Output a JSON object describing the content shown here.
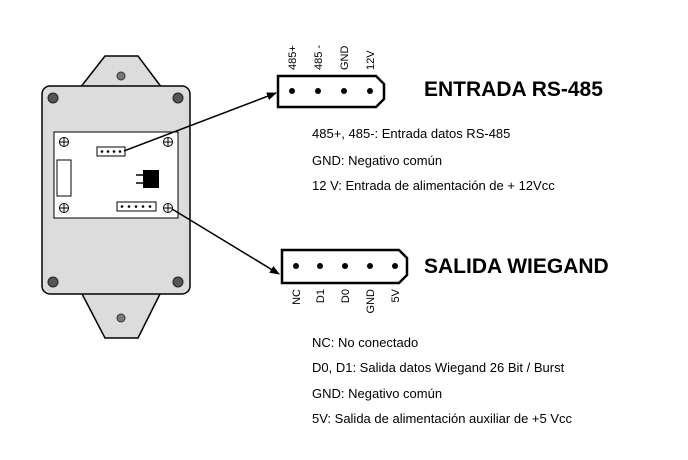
{
  "rs485": {
    "heading": "ENTRADA RS-485",
    "pins": [
      "485+",
      "485 -",
      "GND",
      "12V"
    ],
    "descriptions": [
      "485+, 485-: Entrada datos RS-485",
      "GND: Negativo común",
      "12 V: Entrada de alimentación de + 12Vcc"
    ]
  },
  "wiegand": {
    "heading": "SALIDA WIEGAND",
    "pins": [
      "NC",
      "D1",
      "D0",
      "GND",
      "5V"
    ],
    "descriptions": [
      "NC: No conectado",
      "D0, D1: Salida datos Wiegand 26 Bit / Burst",
      "GND: Negativo común",
      "5V: Salida de alimentación auxiliar de +5 Vcc"
    ]
  }
}
